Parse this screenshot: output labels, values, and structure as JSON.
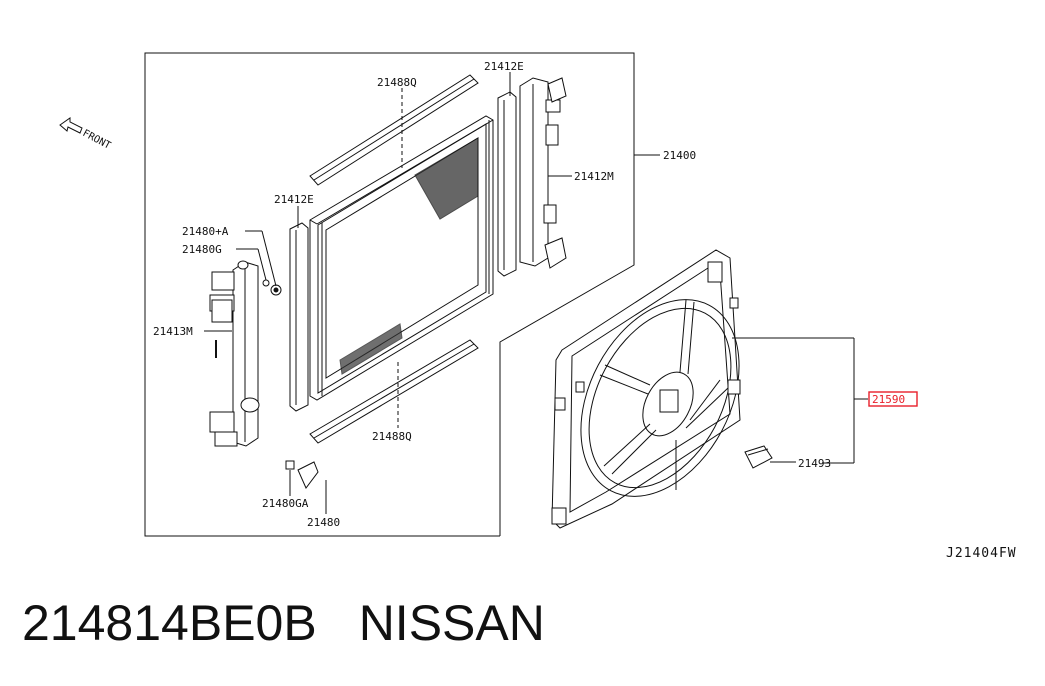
{
  "diagram": {
    "front_label": "FRONT",
    "drawing_code": "J21404FW",
    "callouts": {
      "p21488Q_top": "21488Q",
      "p21412E_top": "21412E",
      "p21400": "21400",
      "p21412M": "21412M",
      "p21412E_left": "21412E",
      "p21480A": "21480+A",
      "p21480G": "21480G",
      "p21413M": "21413M",
      "p21488Q_bottom": "21488Q",
      "p21480GA": "21480GA",
      "p21480": "21480",
      "p21590": "21590",
      "p21493": "21493"
    },
    "highlight_color": "#e8202a"
  },
  "part": {
    "number": "214814BE0B",
    "brand": "NISSAN"
  }
}
